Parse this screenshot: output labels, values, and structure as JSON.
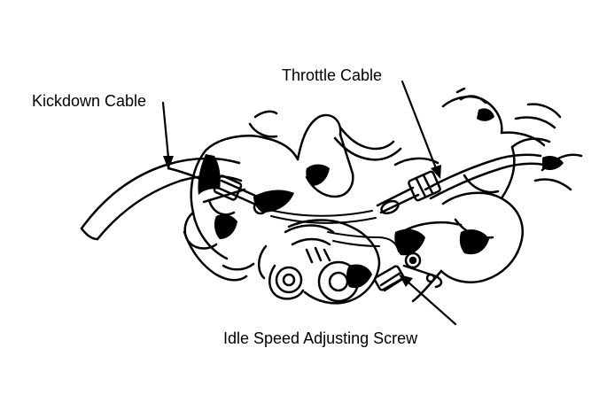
{
  "labels": {
    "kickdown_cable": "Kickdown Cable",
    "throttle_cable": "Throttle Cable",
    "idle_speed_adjusting_screw": "Idle Speed Adjusting Screw"
  },
  "colors": {
    "ink": "#000000",
    "paper": "#ffffff"
  }
}
